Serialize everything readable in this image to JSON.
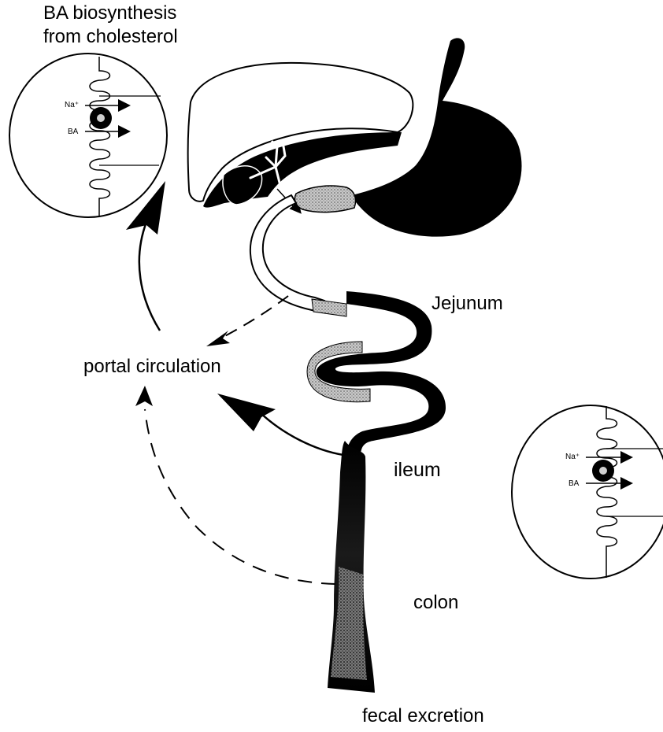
{
  "labels": {
    "title_line1": "BA biosynthesis",
    "title_line2": "from cholesterol",
    "portal": "portal circulation",
    "jejunum": "Jejunum",
    "ileum": "ileum",
    "colon": "colon",
    "fecal": "fecal excretion"
  },
  "cell_labels": {
    "na": "Na⁺",
    "ba": "BA"
  },
  "icons": [
    "liver-cell-inset",
    "ileal-enterocyte-inset",
    "liver",
    "stomach",
    "gallbladder",
    "bile-duct",
    "small-intestine",
    "colon"
  ],
  "colors": {
    "ink": "#000000",
    "stipple": "#b5b5b5"
  }
}
